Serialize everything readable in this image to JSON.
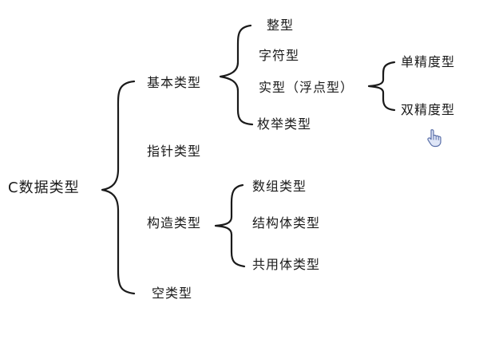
{
  "root": {
    "label": "C数据类型"
  },
  "categories": {
    "basic": {
      "label": "基本类型",
      "children": {
        "integer": "整型",
        "char": "字符型",
        "real": "实型（浮点型）",
        "enum": "枚举类型"
      },
      "real_children": {
        "single": "单精度型",
        "double": "双精度型"
      }
    },
    "pointer": {
      "label": "指针类型"
    },
    "constructed": {
      "label": "构造类型",
      "children": {
        "array": "数组类型",
        "struct": "结构体类型",
        "union": "共用体类型"
      }
    },
    "void": {
      "label": "空类型"
    }
  },
  "icons": {
    "cursor": "hand-pointer-icon"
  },
  "colors": {
    "ink": "#1a1a1a",
    "background": "#ffffff",
    "cursor_fill": "#dfe6f7",
    "cursor_stroke": "#5a6fa8"
  }
}
